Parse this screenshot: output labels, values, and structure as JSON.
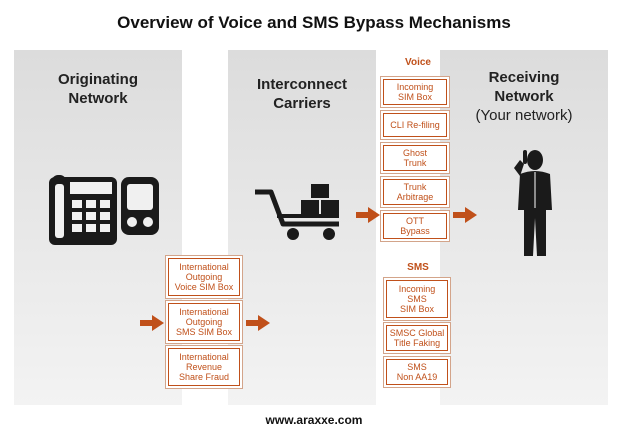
{
  "title": "Overview of Voice and SMS Bypass Mechanisms",
  "panels": {
    "originating": {
      "title_line1": "Originating",
      "title_line2": "Network"
    },
    "interconnect": {
      "title_line1": "Interconnect",
      "title_line2": "Carriers"
    },
    "receiving": {
      "title_line1": "Receiving",
      "title_line2": "Network",
      "subtitle": "(Your network)"
    }
  },
  "voice_label": "Voice",
  "sms_label": "SMS",
  "origin_boxes": [
    {
      "line1": "International",
      "line2": "Outgoing",
      "line3": "Voice SIM Box"
    },
    {
      "line1": "International",
      "line2": "Outgoing",
      "line3": "SMS SIM Box"
    },
    {
      "line1": "International",
      "line2": "Revenue",
      "line3": "Share Fraud"
    }
  ],
  "voice_boxes": [
    {
      "line1": "Incoming",
      "line2": "SIM Box"
    },
    {
      "line1": "CLI Re-filing",
      "line2": ""
    },
    {
      "line1": "Ghost",
      "line2": "Trunk"
    },
    {
      "line1": "Trunk",
      "line2": "Arbitrage"
    },
    {
      "line1": "OTT",
      "line2": "Bypass"
    }
  ],
  "sms_boxes": [
    {
      "line1": "Incoming",
      "line2": "SMS",
      "line3": "SIM Box"
    },
    {
      "line1": "SMSC Global",
      "line2": "Title Faking",
      "line3": ""
    },
    {
      "line1": "SMS",
      "line2": "Non AA19",
      "line3": ""
    }
  ],
  "footer": "www.araxxe.com",
  "colors": {
    "accent": "#c0501a",
    "panel": "#e4e4e4",
    "icon": "#1a1a1a"
  },
  "icons": [
    "desk-phone-icon",
    "mobile-phone-icon",
    "cart-icon",
    "person-on-phone-icon"
  ]
}
